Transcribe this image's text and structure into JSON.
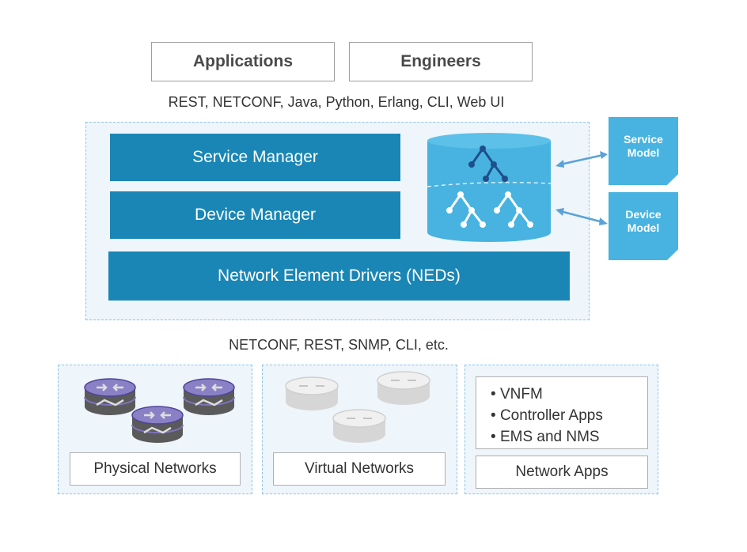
{
  "top": {
    "applications": "Applications",
    "engineers": "Engineers",
    "north_protocols": "REST, NETCONF, Java, Python, Erlang, CLI, Web UI"
  },
  "core": {
    "service_manager": "Service Manager",
    "device_manager": "Device Manager",
    "ned": "Network Element Drivers (NEDs)"
  },
  "models": {
    "service_line1": "Service",
    "service_line2": "Model",
    "device_line1": "Device",
    "device_line2": "Model"
  },
  "south_protocols": "NETCONF, REST, SNMP, CLI, etc.",
  "bottom": {
    "physical": "Physical Networks",
    "virtual": "Virtual Networks",
    "network_apps": "Network Apps",
    "apps_list": [
      "VNFM",
      "Controller Apps",
      "EMS and NMS"
    ]
  },
  "colors": {
    "bar_blue": "#1a86b5",
    "db_blue": "#48b3e0",
    "dashed_border": "#8fc4e6",
    "panel_bg": "#eef5fb"
  },
  "icons": {
    "physical_router": "router-icon",
    "virtual_router": "virtual-router-icon",
    "tree": "tree-icon",
    "arrow": "double-arrow-icon"
  }
}
